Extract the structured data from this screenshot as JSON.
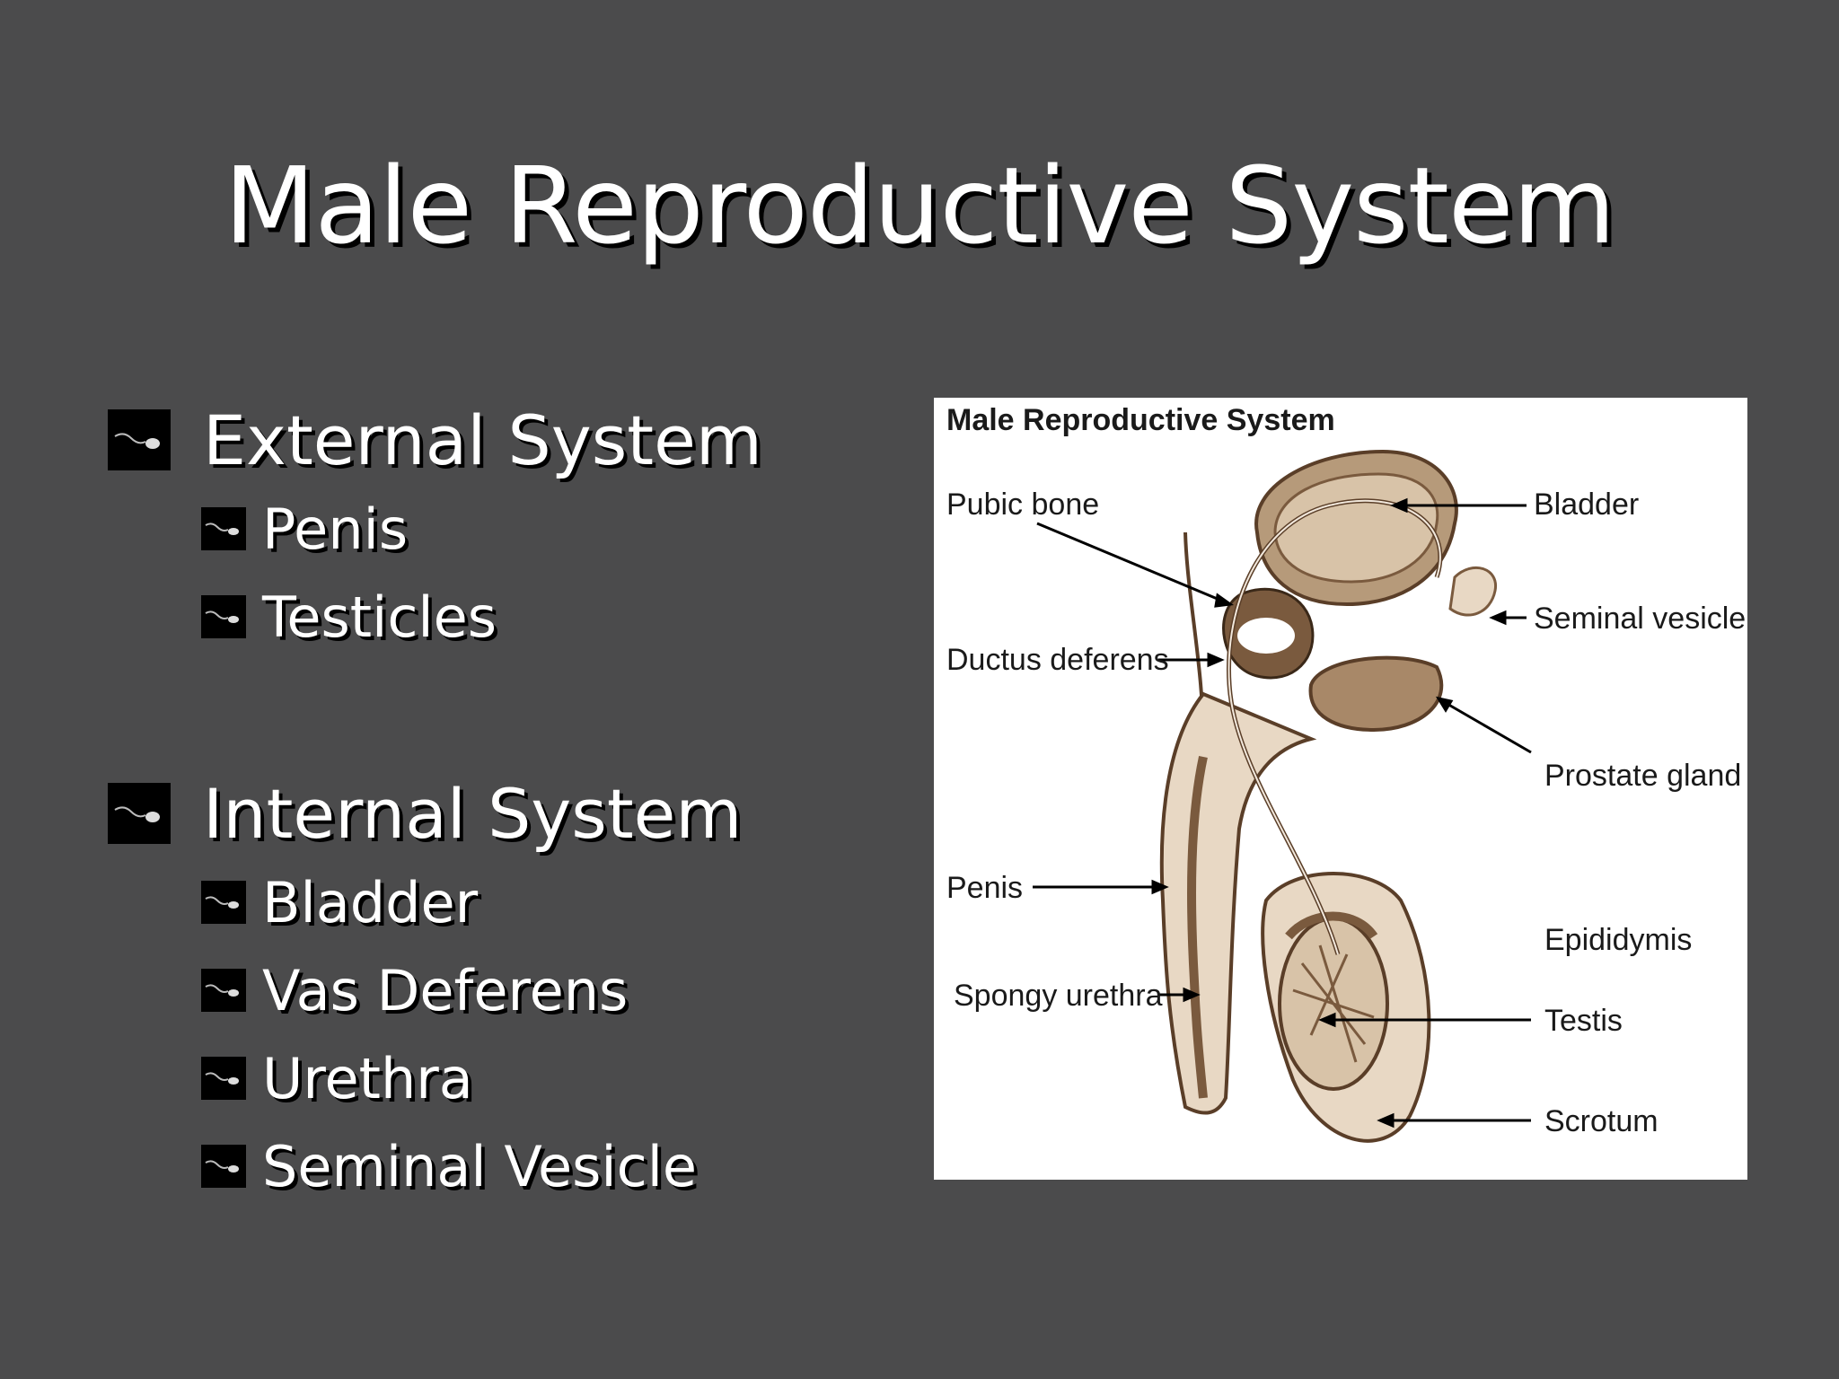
{
  "slide": {
    "title": "Male Reproductive System"
  },
  "external": {
    "label": "External System",
    "items": [
      "Penis",
      "Testicles"
    ]
  },
  "internal": {
    "label": "Internal System",
    "items": [
      "Bladder",
      "Vas Deferens",
      "Urethra",
      "Seminal Vesicle"
    ]
  },
  "diagram": {
    "title": "Male Reproductive System",
    "labels": {
      "pubic_bone": "Pubic bone",
      "bladder": "Bladder",
      "seminal_vesicle": "Seminal vesicle",
      "ductus_deferens": "Ductus deferens",
      "prostate_gland": "Prostate gland",
      "penis": "Penis",
      "epididymis": "Epididymis",
      "spongy_urethra": "Spongy urethra",
      "testis": "Testis",
      "scrotum": "Scrotum"
    }
  },
  "colors": {
    "background": "#4b4b4c",
    "tissue": "#e8d8c4",
    "tissue_dark": "#7a5a3e",
    "tissue_outline": "#5a3e28"
  },
  "icons": {
    "bullet": "sperm-icon"
  }
}
